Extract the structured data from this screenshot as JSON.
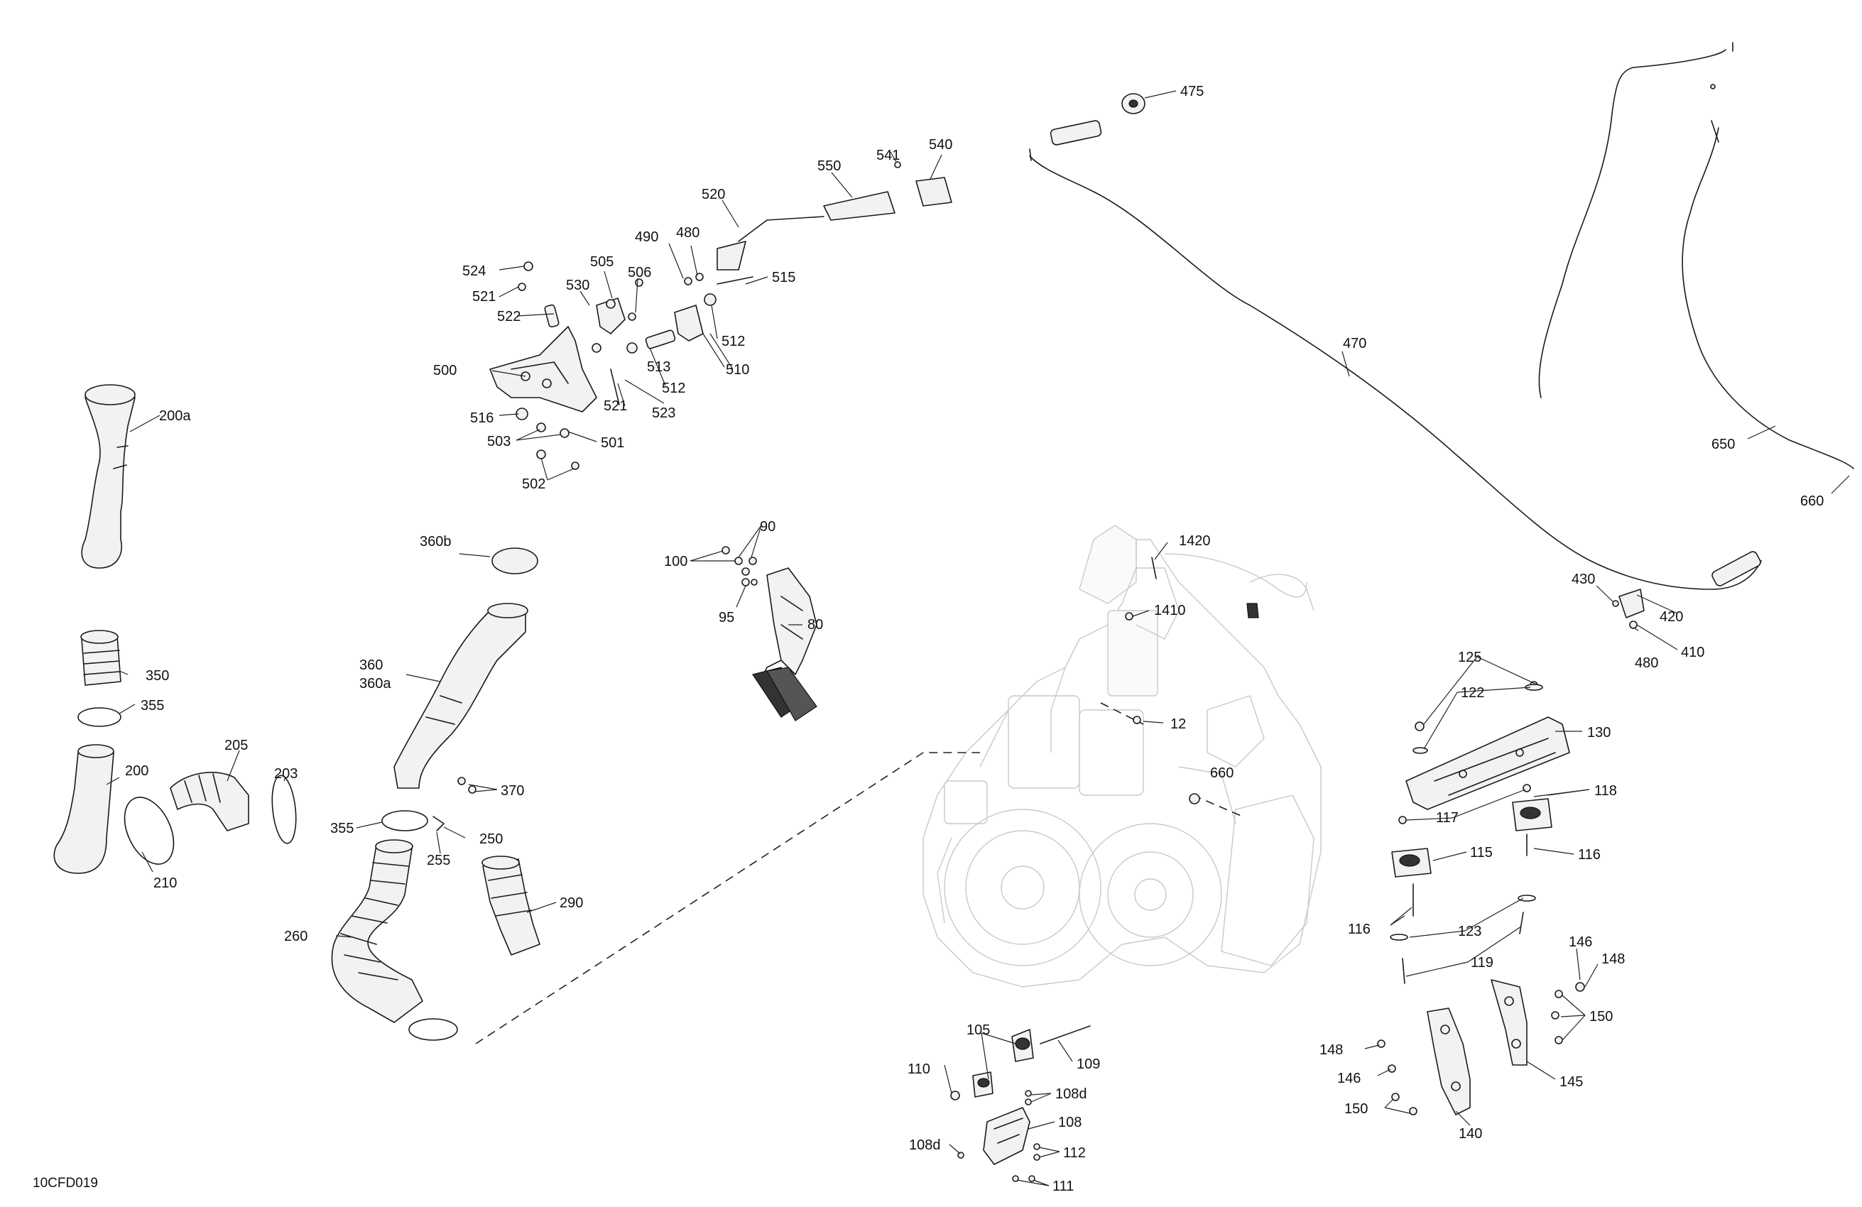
{
  "drawing_id": "10CFD019",
  "callouts": [
    "475",
    "541",
    "540",
    "550",
    "520",
    "490",
    "480",
    "524",
    "505",
    "506",
    "521",
    "530",
    "522",
    "515",
    "512",
    "510",
    "513",
    "500",
    "512",
    "521",
    "523",
    "516",
    "503",
    "501",
    "502",
    "200a",
    "470",
    "650",
    "660",
    "360b",
    "1420",
    "100",
    "90",
    "95",
    "80",
    "1410",
    "430",
    "420",
    "480",
    "410",
    "360",
    "360a",
    "350",
    "355",
    "12",
    "125",
    "122",
    "130",
    "200",
    "205",
    "203",
    "370",
    "660",
    "118",
    "355",
    "250",
    "117",
    "255",
    "115",
    "116",
    "210",
    "260",
    "290",
    "116",
    "123",
    "146",
    "148",
    "119",
    "150",
    "105",
    "109",
    "148",
    "110",
    "108d",
    "146",
    "145",
    "108",
    "150",
    "140",
    "108d",
    "112",
    "111"
  ],
  "icons": [
    "hose-part-icon",
    "cable-part-icon",
    "bracket-part-icon",
    "pedal-part-icon",
    "clamp-part-icon",
    "engine-outline-icon",
    "bolt-part-icon",
    "nut-part-icon"
  ]
}
